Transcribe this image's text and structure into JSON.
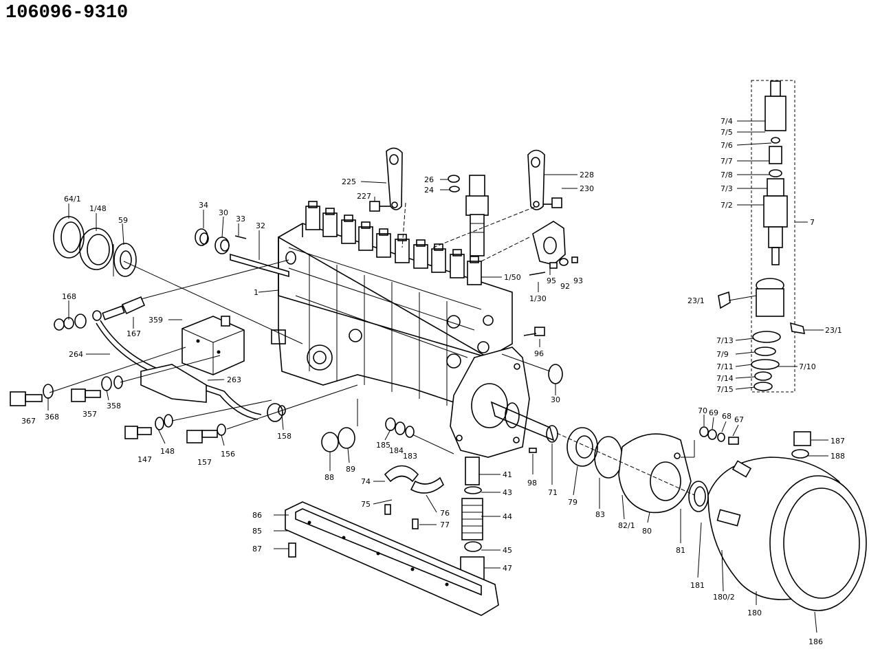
{
  "drawing": {
    "number": "106096-9310"
  },
  "callouts": [
    {
      "id": "c-64-1",
      "text": "64/1"
    },
    {
      "id": "c-1-48",
      "text": "1/48"
    },
    {
      "id": "c-59",
      "text": "59"
    },
    {
      "id": "c-34",
      "text": "34"
    },
    {
      "id": "c-30a",
      "text": "30"
    },
    {
      "id": "c-33",
      "text": "33"
    },
    {
      "id": "c-32",
      "text": "32"
    },
    {
      "id": "c-225",
      "text": "225"
    },
    {
      "id": "c-227",
      "text": "227"
    },
    {
      "id": "c-26",
      "text": "26"
    },
    {
      "id": "c-24",
      "text": "24"
    },
    {
      "id": "c-228",
      "text": "228"
    },
    {
      "id": "c-230",
      "text": "230"
    },
    {
      "id": "c-1",
      "text": "1"
    },
    {
      "id": "c-168",
      "text": "168"
    },
    {
      "id": "c-167",
      "text": "167"
    },
    {
      "id": "c-359",
      "text": "359"
    },
    {
      "id": "c-264",
      "text": "264"
    },
    {
      "id": "c-263",
      "text": "263"
    },
    {
      "id": "c-1-50a",
      "text": "1/50"
    },
    {
      "id": "c-95",
      "text": "95"
    },
    {
      "id": "c-92",
      "text": "92"
    },
    {
      "id": "c-93",
      "text": "93"
    },
    {
      "id": "c-1-30",
      "text": "1/30"
    },
    {
      "id": "c-96",
      "text": "96"
    },
    {
      "id": "c-30b",
      "text": "30"
    },
    {
      "id": "c-367",
      "text": "367"
    },
    {
      "id": "c-368",
      "text": "368"
    },
    {
      "id": "c-357",
      "text": "357"
    },
    {
      "id": "c-358",
      "text": "358"
    },
    {
      "id": "c-147",
      "text": "147"
    },
    {
      "id": "c-148",
      "text": "148"
    },
    {
      "id": "c-157",
      "text": "157"
    },
    {
      "id": "c-156",
      "text": "156"
    },
    {
      "id": "c-158",
      "text": "158"
    },
    {
      "id": "c-88",
      "text": "88"
    },
    {
      "id": "c-89",
      "text": "89"
    },
    {
      "id": "c-185",
      "text": "185"
    },
    {
      "id": "c-184",
      "text": "184"
    },
    {
      "id": "c-183",
      "text": "183"
    },
    {
      "id": "c-74",
      "text": "74"
    },
    {
      "id": "c-75",
      "text": "75"
    },
    {
      "id": "c-76",
      "text": "76"
    },
    {
      "id": "c-77",
      "text": "77"
    },
    {
      "id": "c-41",
      "text": "41"
    },
    {
      "id": "c-43",
      "text": "43"
    },
    {
      "id": "c-44",
      "text": "44"
    },
    {
      "id": "c-45",
      "text": "45"
    },
    {
      "id": "c-47",
      "text": "47"
    },
    {
      "id": "c-98",
      "text": "98"
    },
    {
      "id": "c-71",
      "text": "71"
    },
    {
      "id": "c-79",
      "text": "79"
    },
    {
      "id": "c-83",
      "text": "83"
    },
    {
      "id": "c-82-1",
      "text": "82/1"
    },
    {
      "id": "c-80",
      "text": "80"
    },
    {
      "id": "c-86",
      "text": "86"
    },
    {
      "id": "c-85",
      "text": "85"
    },
    {
      "id": "c-87",
      "text": "87"
    },
    {
      "id": "c-70",
      "text": "70"
    },
    {
      "id": "c-69",
      "text": "69"
    },
    {
      "id": "c-68",
      "text": "68"
    },
    {
      "id": "c-67",
      "text": "67"
    },
    {
      "id": "c-187",
      "text": "187"
    },
    {
      "id": "c-188",
      "text": "188"
    },
    {
      "id": "c-81",
      "text": "81"
    },
    {
      "id": "c-181",
      "text": "181"
    },
    {
      "id": "c-180-2",
      "text": "180/2"
    },
    {
      "id": "c-180",
      "text": "180"
    },
    {
      "id": "c-186",
      "text": "186"
    },
    {
      "id": "c-7-4",
      "text": "7/4"
    },
    {
      "id": "c-7-5",
      "text": "7/5"
    },
    {
      "id": "c-7-6",
      "text": "7/6"
    },
    {
      "id": "c-7-7",
      "text": "7/7"
    },
    {
      "id": "c-7-8",
      "text": "7/8"
    },
    {
      "id": "c-7-3",
      "text": "7/3"
    },
    {
      "id": "c-7-2",
      "text": "7/2"
    },
    {
      "id": "c-7",
      "text": "7"
    },
    {
      "id": "c-23-1a",
      "text": "23/1"
    },
    {
      "id": "c-23-1b",
      "text": "23/1"
    },
    {
      "id": "c-7-13",
      "text": "7/13"
    },
    {
      "id": "c-7-9",
      "text": "7/9"
    },
    {
      "id": "c-7-11",
      "text": "7/11"
    },
    {
      "id": "c-7-10",
      "text": "7/10"
    },
    {
      "id": "c-7-14",
      "text": "7/14"
    },
    {
      "id": "c-7-15",
      "text": "7/15"
    }
  ]
}
